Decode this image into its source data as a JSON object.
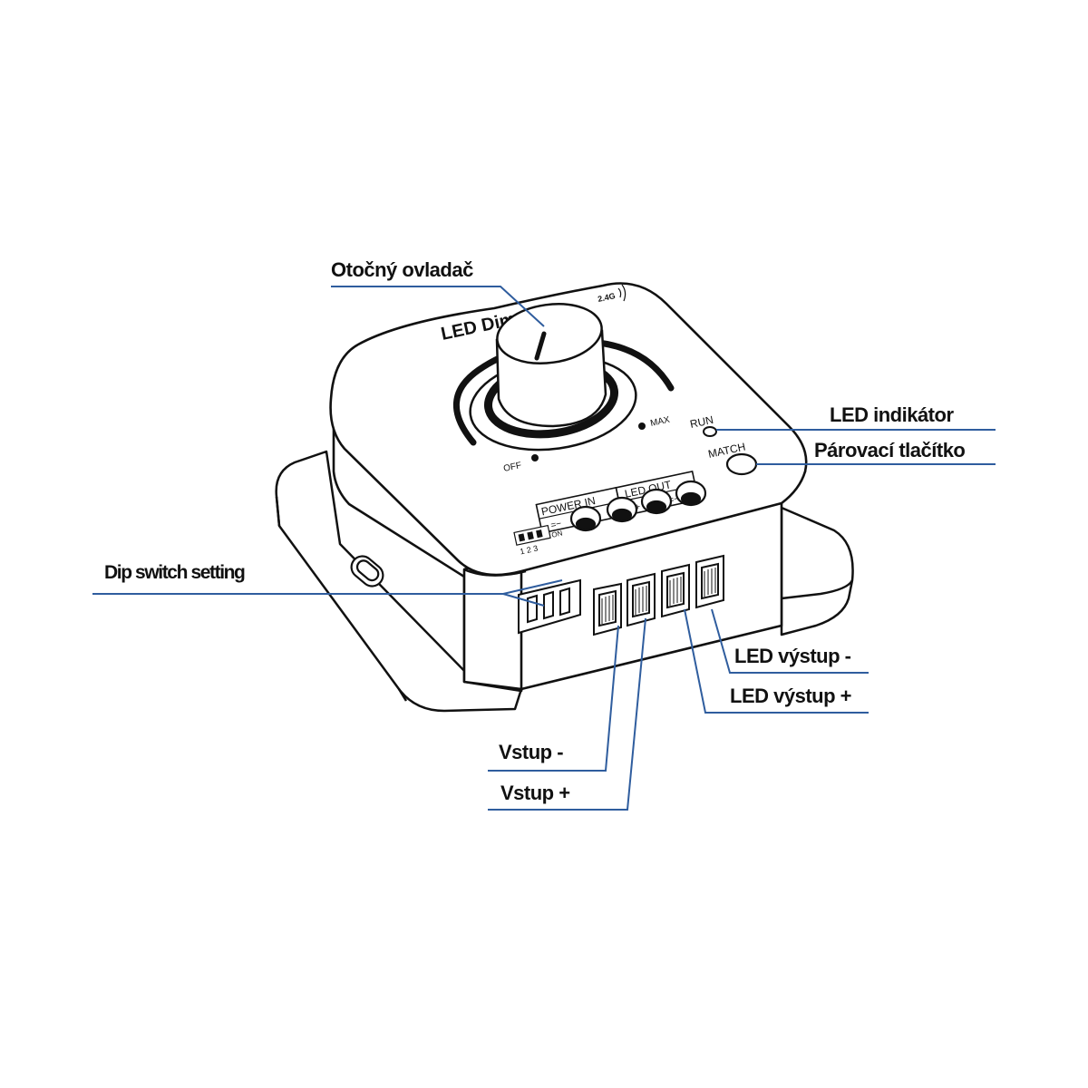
{
  "device": {
    "brand_text": "LED Dimmer",
    "wireless_badge": "2.4G",
    "knob_min_label": "OFF",
    "knob_max_label": "MAX",
    "run_label": "RUN",
    "match_label": "MATCH",
    "power_in_label": "POWER IN",
    "led_out_label": "LED OUT",
    "terminal_signs": [
      "=−",
      "=+",
      "=+",
      "=−"
    ],
    "dip_numbers": "1 2 3",
    "dip_on_label": "ON"
  },
  "callouts": {
    "rotary_knob": "Otočný ovladač",
    "led_indicator": "LED indikátor",
    "pairing_button": "Párovací tlačítko",
    "dip_switch": "Dip switch setting",
    "led_output_minus": "LED  výstup -",
    "led_output_plus": "LED  výstup +",
    "input_minus": "Vstup  -",
    "input_plus": "Vstup  +"
  },
  "colors": {
    "leader_line": "#2f5d9e",
    "outline": "#111111"
  }
}
